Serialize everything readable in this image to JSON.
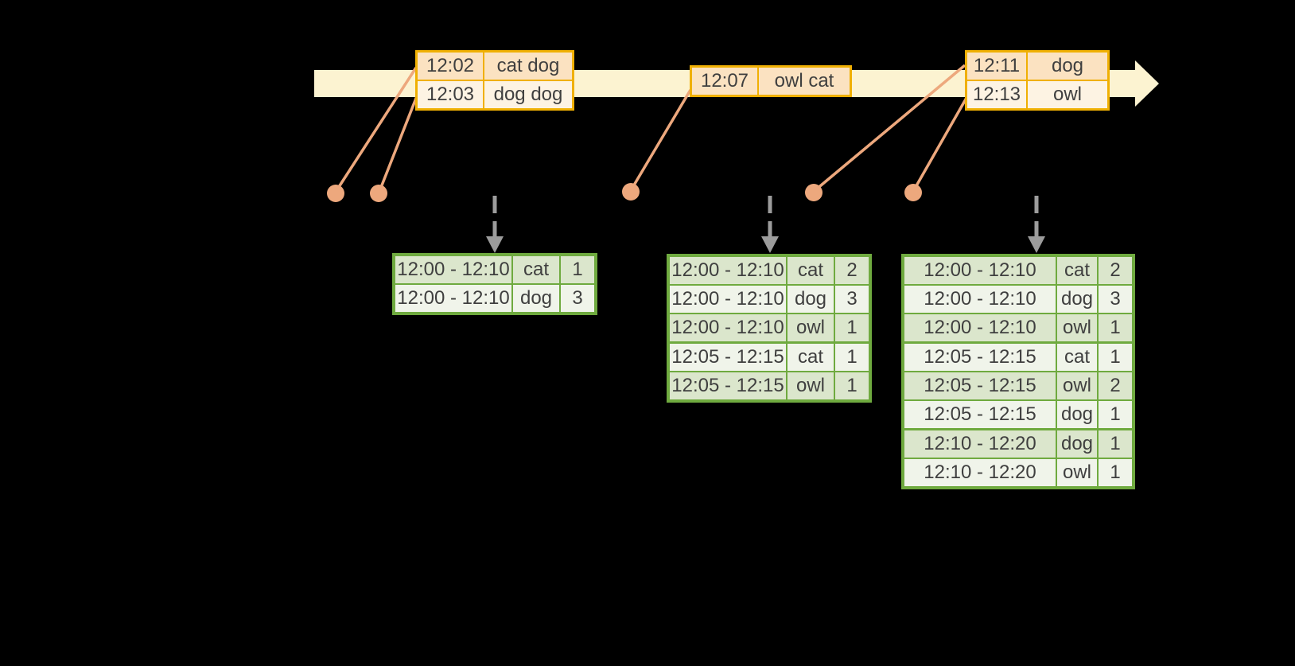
{
  "colors": {
    "background": "#000000",
    "timeline_band": "#fcf3d1",
    "event_border": "#f0b003",
    "event_row_dark": "#fbe2c1",
    "event_row_light": "#fdf3e3",
    "connector": "#eda87d",
    "result_border": "#6faa3f",
    "result_row_dark": "#dbe6cc",
    "result_row_light": "#f0f4ea",
    "trigger_arrow": "#9c9c9c",
    "text": "#3f3f3f"
  },
  "event_tables": [
    {
      "rows": [
        {
          "time": "12:02",
          "words": "cat dog"
        },
        {
          "time": "12:03",
          "words": "dog dog"
        }
      ]
    },
    {
      "rows": [
        {
          "time": "12:07",
          "words": "owl cat"
        }
      ]
    },
    {
      "rows": [
        {
          "time": "12:11",
          "words": "dog"
        },
        {
          "time": "12:13",
          "words": "owl"
        }
      ]
    }
  ],
  "result_tables": [
    {
      "groups": [
        {
          "rows": [
            {
              "window": "12:00 - 12:10",
              "word": "cat",
              "count": "1"
            },
            {
              "window": "12:00 - 12:10",
              "word": "dog",
              "count": "3"
            }
          ]
        }
      ]
    },
    {
      "groups": [
        {
          "rows": [
            {
              "window": "12:00 - 12:10",
              "word": "cat",
              "count": "2"
            },
            {
              "window": "12:00 - 12:10",
              "word": "dog",
              "count": "3"
            },
            {
              "window": "12:00 - 12:10",
              "word": "owl",
              "count": "1"
            }
          ]
        },
        {
          "rows": [
            {
              "window": "12:05 - 12:15",
              "word": "cat",
              "count": "1"
            },
            {
              "window": "12:05 - 12:15",
              "word": "owl",
              "count": "1"
            }
          ]
        }
      ]
    },
    {
      "groups": [
        {
          "rows": [
            {
              "window": "12:00 - 12:10",
              "word": "cat",
              "count": "2"
            },
            {
              "window": "12:00 - 12:10",
              "word": "dog",
              "count": "3"
            },
            {
              "window": "12:00 - 12:10",
              "word": "owl",
              "count": "1"
            }
          ]
        },
        {
          "rows": [
            {
              "window": "12:05 - 12:15",
              "word": "cat",
              "count": "1"
            },
            {
              "window": "12:05 - 12:15",
              "word": "owl",
              "count": "2"
            },
            {
              "window": "12:05 - 12:15",
              "word": "dog",
              "count": "1"
            }
          ]
        },
        {
          "rows": [
            {
              "window": "12:10 - 12:20",
              "word": "dog",
              "count": "1"
            },
            {
              "window": "12:10 - 12:20",
              "word": "owl",
              "count": "1"
            }
          ]
        }
      ]
    }
  ]
}
